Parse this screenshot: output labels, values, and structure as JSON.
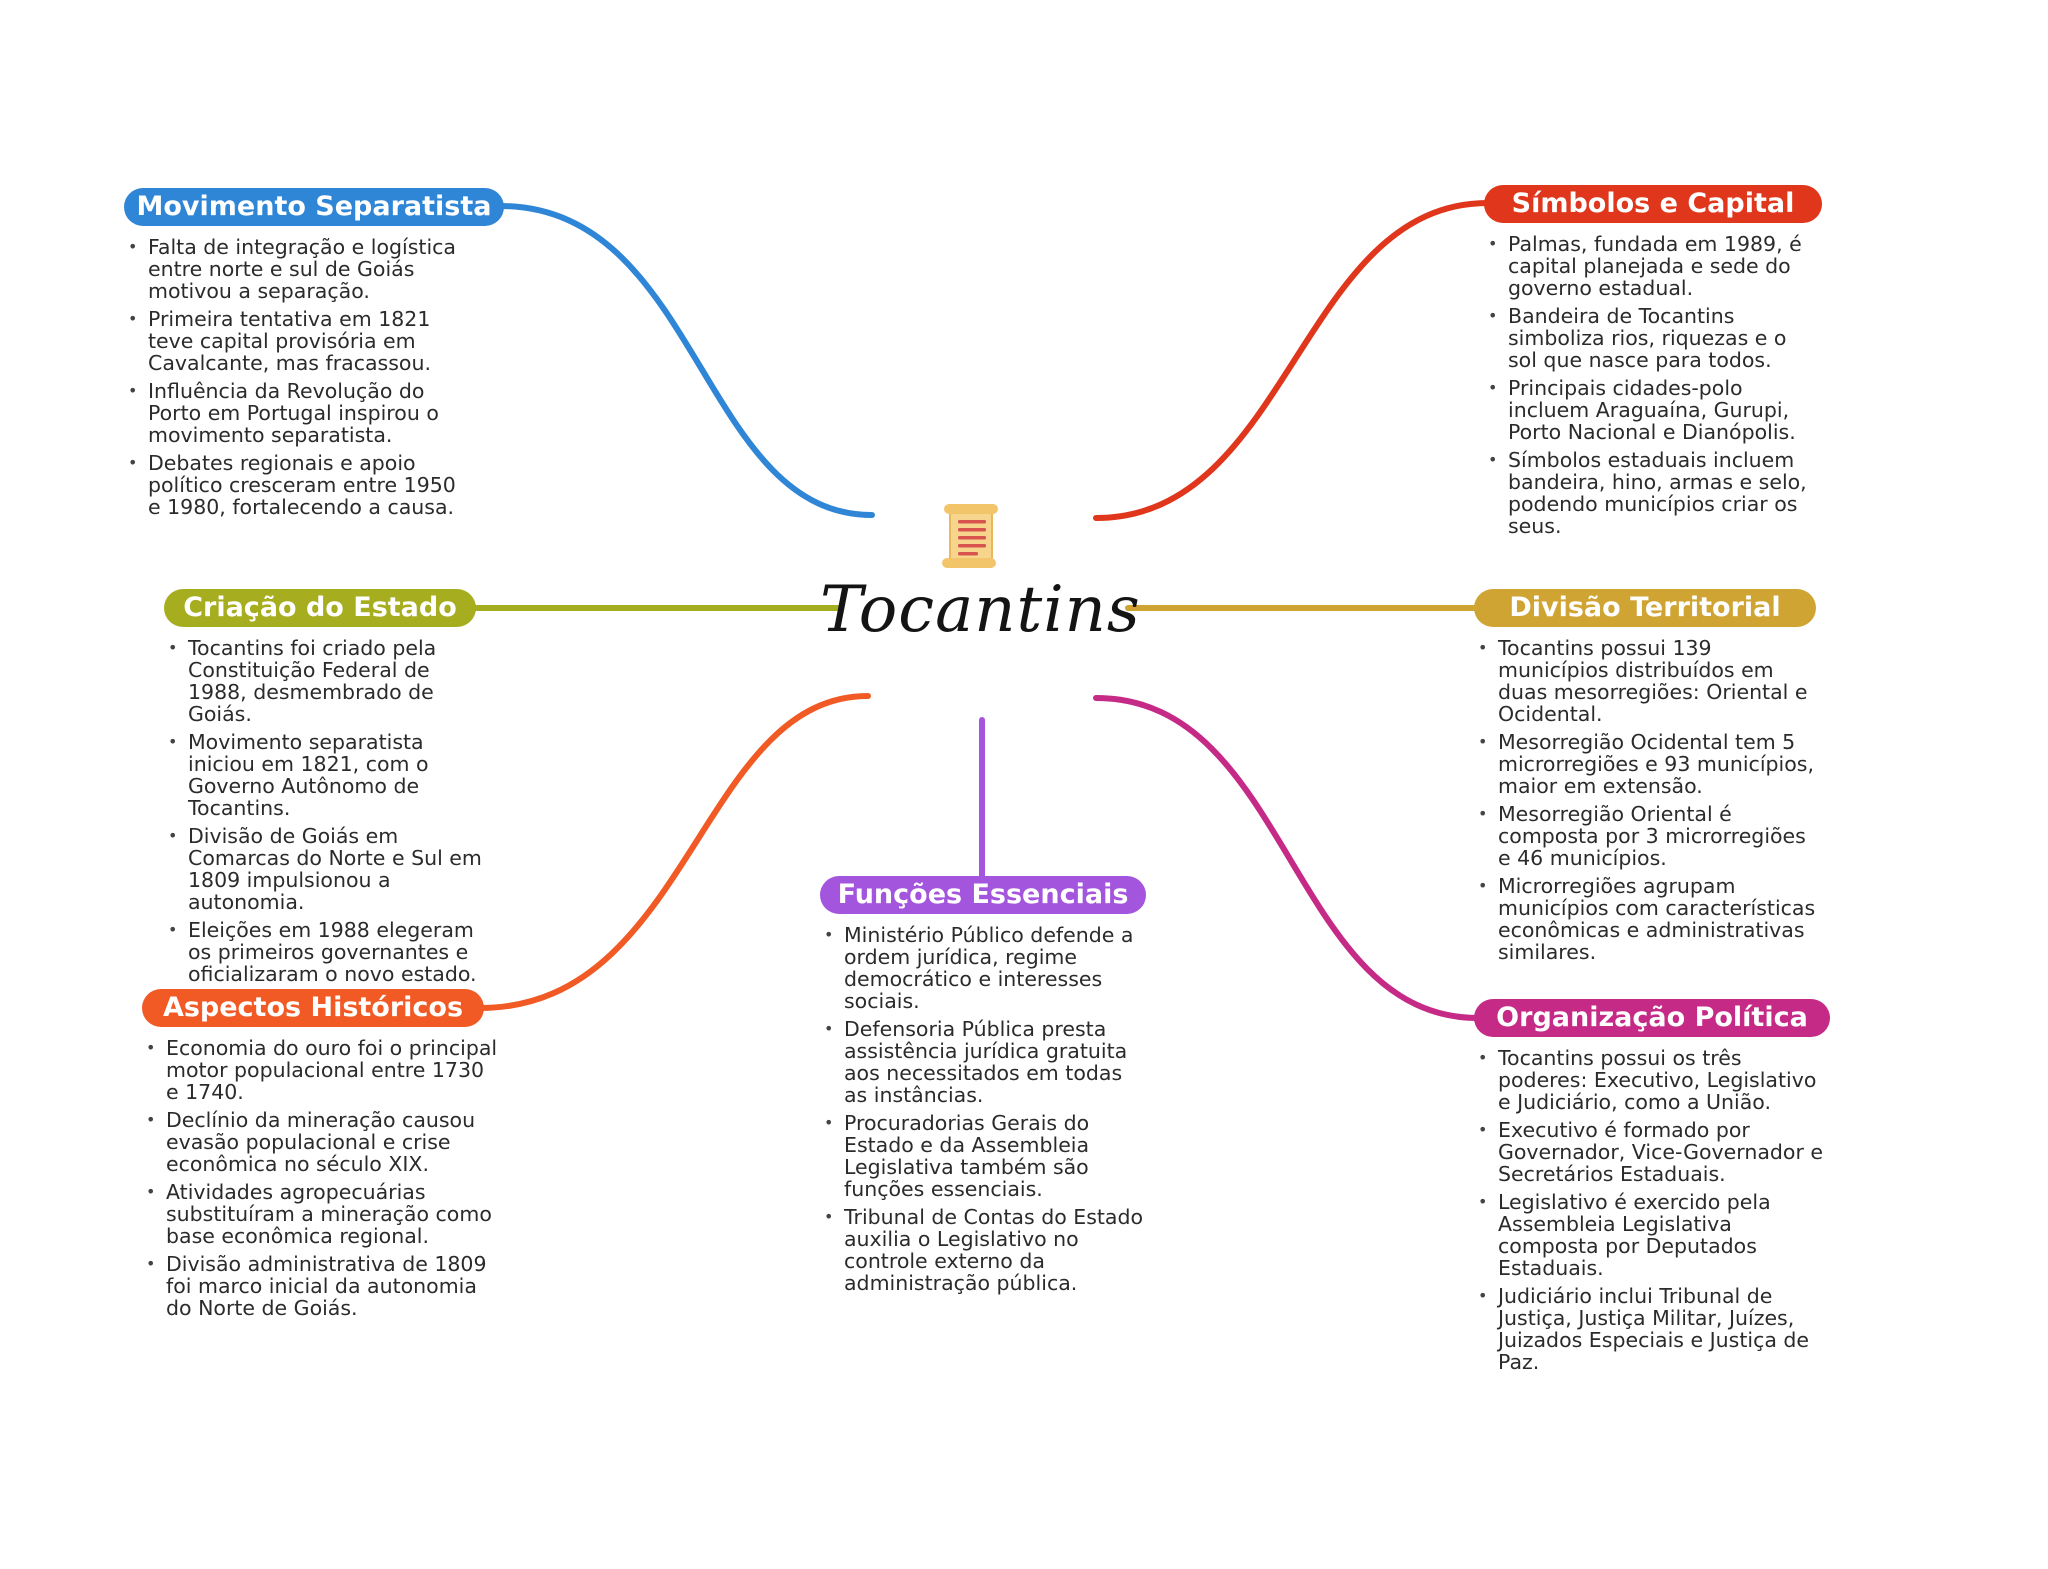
{
  "center": {
    "title": "Tocantins",
    "icon": "scroll-icon"
  },
  "branches": [
    {
      "id": "movimento",
      "title": "Movimento Separatista",
      "color": "#2f86d6",
      "items": [
        "Falta de integração e logística entre norte e sul de Goiás motivou a separação.",
        "Primeira tentativa em 1821 teve capital provisória em Cavalcante, mas fracassou.",
        "Influência da Revolução do Porto em Portugal inspirou o movimento separatista.",
        "Debates regionais e apoio político cresceram entre 1950 e 1980, fortalecendo a causa."
      ]
    },
    {
      "id": "criacao",
      "title": "Criação do Estado",
      "color": "#a6ae1f",
      "items": [
        "Tocantins foi criado pela Constituição Federal de 1988, desmembrado de Goiás.",
        "Movimento separatista iniciou em 1821, com o Governo Autônomo de Tocantins.",
        "Divisão de Goiás em Comarcas do Norte e Sul em 1809 impulsionou a autonomia.",
        "Eleições em 1988 elegeram os primeiros governantes e oficializaram o novo estado."
      ]
    },
    {
      "id": "aspectos",
      "title": "Aspectos Históricos",
      "color": "#f15a24",
      "items": [
        "Economia do ouro foi o principal motor populacional entre 1730 e 1740.",
        "Declínio da mineração causou evasão populacional e crise econômica no século XIX.",
        "Atividades agropecuárias substituíram a mineração como base econômica regional.",
        "Divisão administrativa de 1809 foi marco inicial da autonomia do Norte de Goiás."
      ]
    },
    {
      "id": "funcoes",
      "title": "Funções Essenciais",
      "color": "#a455dd",
      "items": [
        "Ministério Público defende a ordem jurídica, regime democrático e interesses sociais.",
        "Defensoria Pública presta assistência jurídica gratuita aos necessitados em todas as instâncias.",
        "Procuradorias Gerais do Estado e da Assembleia Legislativa também são funções essenciais.",
        "Tribunal de Contas do Estado auxilia o Legislativo no controle externo da administração pública."
      ]
    },
    {
      "id": "simbolos",
      "title": "Símbolos e Capital",
      "color": "#e0361c",
      "items": [
        "Palmas, fundada em 1989, é capital planejada e sede do governo estadual.",
        "Bandeira de Tocantins simboliza rios, riquezas e o sol que nasce para todos.",
        "Principais cidades-polo incluem Araguaína, Gurupi, Porto Nacional e Dianópolis.",
        "Símbolos estaduais incluem bandeira, hino, armas e selo, podendo municípios criar os seus."
      ]
    },
    {
      "id": "divisao",
      "title": "Divisão Territorial",
      "color": "#cfa432",
      "items": [
        "Tocantins possui 139 municípios distribuídos em duas mesorregiões: Oriental e Ocidental.",
        "Mesorregião Ocidental tem 5 microrregiões e 93 municípios, maior em extensão.",
        "Mesorregião Oriental é composta por 3 microrregiões e 46 municípios.",
        "Microrregiões agrupam municípios com características econômicas e administrativas similares."
      ]
    },
    {
      "id": "organizacao",
      "title": "Organização Política",
      "color": "#c52a86",
      "items": [
        "Tocantins possui os três poderes: Executivo, Legislativo e Judiciário, como a União.",
        "Executivo é formado por Governador, Vice-Governador e Secretários Estaduais.",
        "Legislativo é exercido pela Assembleia Legislativa composta por Deputados Estaduais.",
        "Judiciário inclui Tribunal de Justiça, Justiça Militar, Juízes, Juizados Especiais e Justiça de Paz."
      ]
    }
  ]
}
